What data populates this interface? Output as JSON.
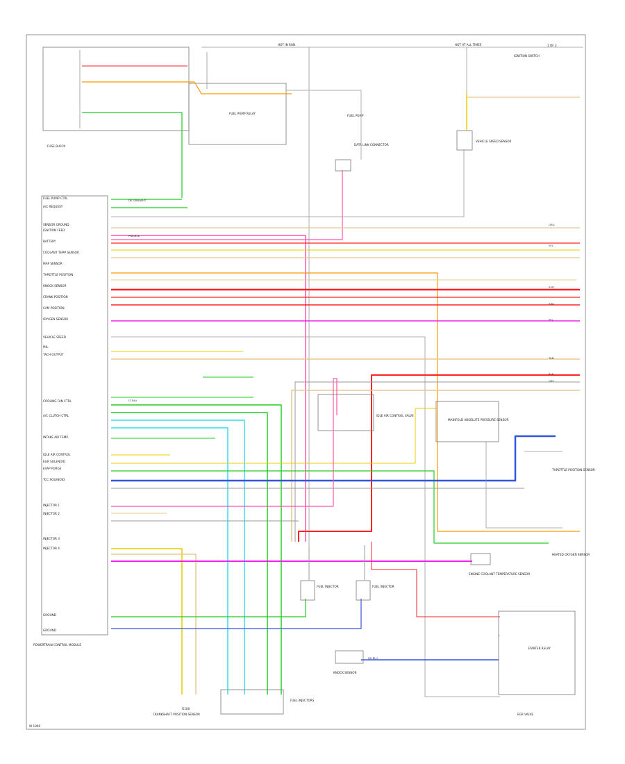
{
  "diagram": {
    "corner_label": "1 OF 2",
    "footer_code": "W 1999",
    "pcm_label": "POWERTRAIN CONTROL MODULE",
    "pcm_pins": {
      "fuel_pump_ctrl": "FUEL PUMP CTRL",
      "ac_request": "A/C REQUEST",
      "sensor_ground": "SENSOR GROUND",
      "ignition_feed": "IGNITION FEED",
      "battery": "BATTERY",
      "coolant_temp": "COOLANT TEMP SENSOR",
      "map_sensor": "MAP SENSOR",
      "tps": "THROTTLE POSITION",
      "knock_sensor": "KNOCK SENSOR",
      "crank_sensor": "CRANK POSITION",
      "cam_sensor": "CAM POSITION",
      "o2_sensor": "OXYGEN SENSOR",
      "injector_1": "INJECTOR 1",
      "injector_2": "INJECTOR 2",
      "injector_3": "INJECTOR 3",
      "injector_4": "INJECTOR 4",
      "iac": "IDLE AIR CONTROL",
      "egr": "EGR SOLENOID",
      "evap": "EVAP PURGE",
      "tcc": "TCC SOLENOID",
      "speed_sensor": "VEHICLE SPEED",
      "mil": "MIL",
      "tach": "TACH OUTPUT",
      "cooling_fan": "COOLING FAN CTRL",
      "ac_clutch": "A/C CLUTCH CTRL",
      "iat": "INTAKE AIR TEMP",
      "ground_1": "GROUND",
      "ground_2": "GROUND"
    },
    "components": {
      "fuse_block": "FUSE BLOCK",
      "fuel_pump_relay": "FUEL PUMP RELAY",
      "fuel_pump": "FUEL PUMP",
      "ignition_switch": "IGNITION SWITCH",
      "hot_in_run": "HOT IN RUN",
      "hot_at_all_times": "HOT AT ALL TIMES",
      "coolant_temp_sensor": "ENGINE COOLANT TEMPERATURE SENSOR",
      "map_sensor": "MANIFOLD ABSOLUTE PRESSURE SENSOR",
      "tps": "THROTTLE POSITION SENSOR",
      "iac_valve": "IDLE AIR CONTROL VALVE",
      "knock_sensor": "KNOCK SENSOR",
      "o2_sensor": "HEATED OXYGEN SENSOR",
      "injectors": "FUEL INJECTORS",
      "fuel_injector_1": "FUEL INJECTOR",
      "fuel_injector_2": "FUEL INJECTOR",
      "crank_sensor": "CRANKSHAFT POSITION SENSOR",
      "vss": "VEHICLE SPEED SENSOR",
      "starter_relay": "STARTER RELAY",
      "egr": "EGR VALVE",
      "data_link": "DATA LINK CONNECTOR",
      "ground_g1": "G100"
    },
    "wire_colors": {
      "dk_grn": "DK GRN/WHT",
      "pnk": "PNK/BLK",
      "red": "RED",
      "org": "ORG",
      "yel": "YEL",
      "lt_blu": "LT BLU",
      "dk_blu": "DK BLU",
      "blk": "BLK",
      "gry": "GRY",
      "tan": "TAN",
      "ppl": "PPL",
      "brn": "BRN"
    },
    "colors": {
      "green": "#22cc22",
      "pink": "#ff55aa",
      "red": "#ff2222",
      "orange": "#ff9900",
      "yellow": "#eecc00",
      "tan": "#e8c890",
      "cyan": "#33ddee",
      "blue": "#3355dd",
      "magenta": "#ee22ee",
      "gray": "#999999",
      "black": "#333333",
      "purple": "#9966cc"
    }
  }
}
